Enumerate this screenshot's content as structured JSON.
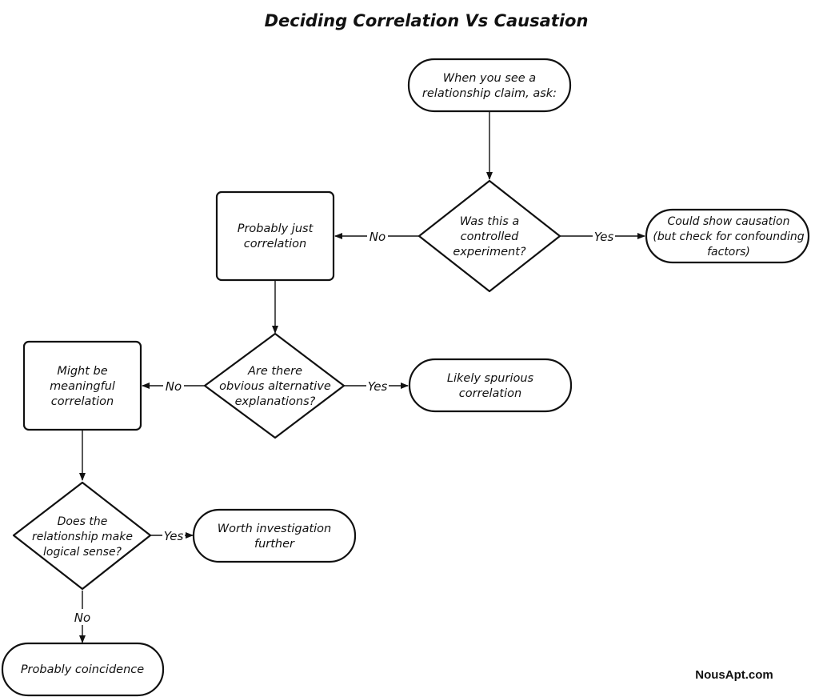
{
  "title": "Deciding Correlation Vs Causation",
  "credit": "NousApt.com",
  "nodes": {
    "start": {
      "line1": "When you see a",
      "line2": "relationship claim, ask:"
    },
    "q_controlled": {
      "line1": "Was this a",
      "line2": "controlled",
      "line3": "experiment?"
    },
    "causation": {
      "line1": "Could show causation",
      "line2": "(but check for confounding",
      "line3": "factors)"
    },
    "just_correlation": {
      "line1": "Probably just",
      "line2": "correlation"
    },
    "q_alternatives": {
      "line1": "Are there",
      "line2": "obvious alternative",
      "line3": "explanations?"
    },
    "spurious": {
      "line1": "Likely spurious",
      "line2": "correlation"
    },
    "meaningful": {
      "line1": "Might be",
      "line2": "meaningful",
      "line3": "correlation"
    },
    "q_logical": {
      "line1": "Does the",
      "line2": "relationship make",
      "line3": "logical sense?"
    },
    "investigate": {
      "line1": "Worth investigation",
      "line2": "further"
    },
    "coincidence": {
      "line1": "Probably coincidence"
    }
  },
  "edges": {
    "controlled_yes": "Yes",
    "controlled_no": "No",
    "alternatives_yes": "Yes",
    "alternatives_no": "No",
    "logical_yes": "Yes",
    "logical_no": "No"
  }
}
